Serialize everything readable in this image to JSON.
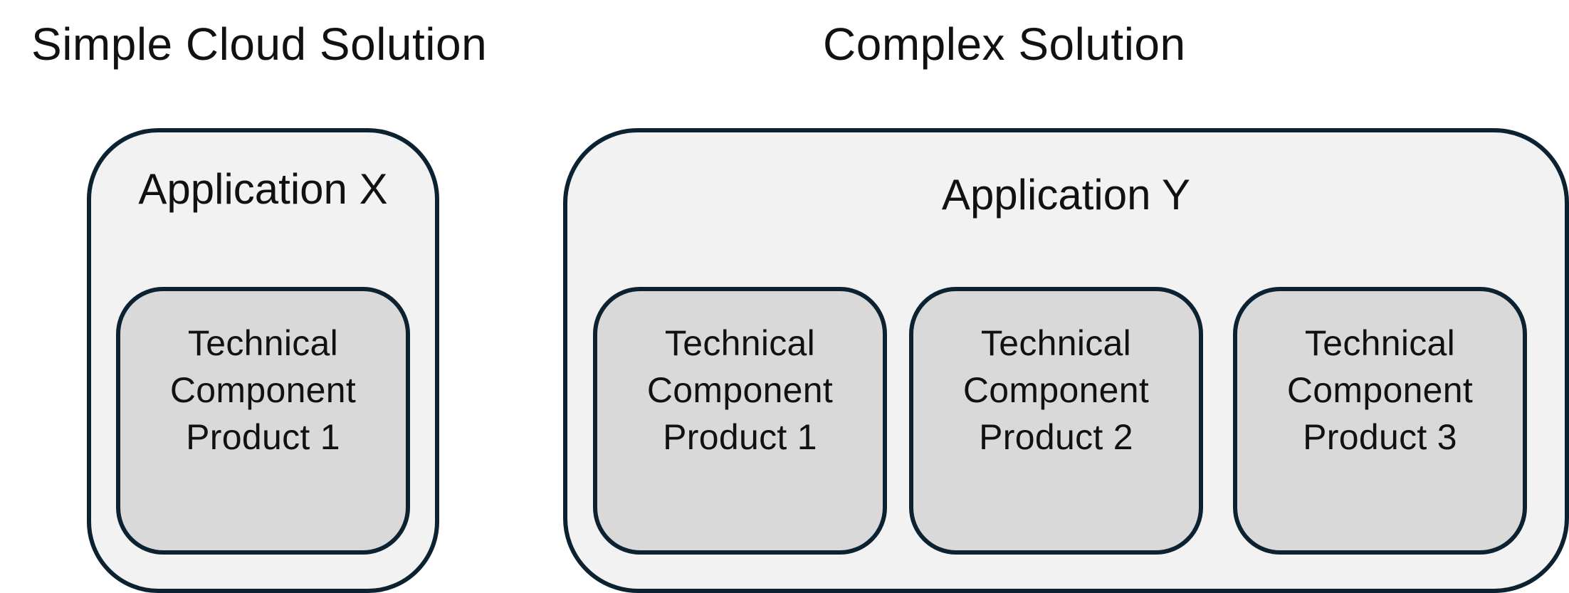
{
  "titles": {
    "left": "Simple Cloud Solution",
    "right": "Complex Solution"
  },
  "applications": {
    "x": {
      "label": "Application X",
      "components": [
        {
          "line1": "Technical",
          "line2": "Component",
          "line3": "Product 1"
        }
      ]
    },
    "y": {
      "label": "Application Y",
      "components": [
        {
          "line1": "Technical",
          "line2": "Component",
          "line3": "Product 1"
        },
        {
          "line1": "Technical",
          "line2": "Component",
          "line3": "Product 2"
        },
        {
          "line1": "Technical",
          "line2": "Component",
          "line3": "Product 3"
        }
      ]
    }
  },
  "colors": {
    "outline": "#0d2230",
    "outer_fill": "#f2f2f2",
    "inner_fill": "#d9d9d9"
  }
}
